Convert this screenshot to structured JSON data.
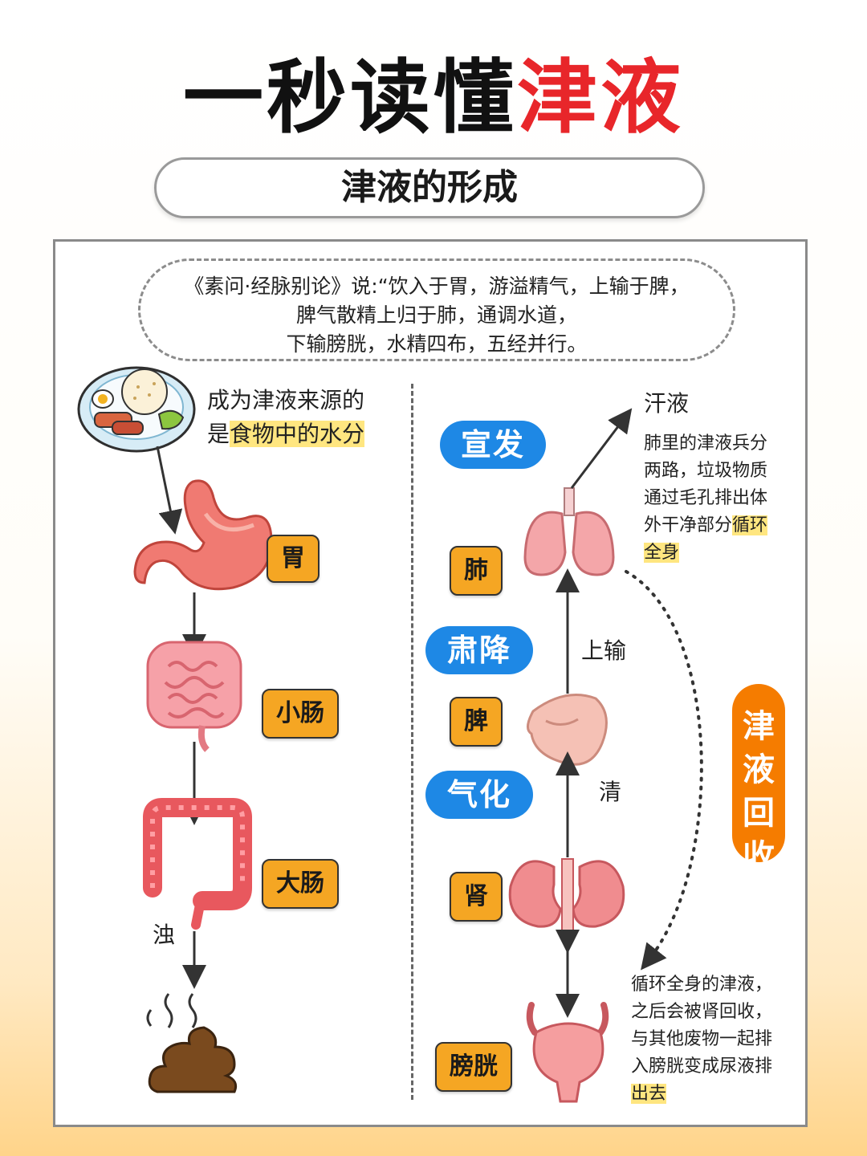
{
  "title": {
    "part1": "一秒读懂",
    "part2": "津液"
  },
  "section_title": "津液的形成",
  "quote": {
    "line1": "《素问·经脉别论》说:“饮入于胃，游溢精气，上输于脾，",
    "line2": "脾气散精上归于肺，通调水道，",
    "line3": "下输膀胱，水精四布，五经并行。"
  },
  "left": {
    "caption_line1": "成为津液来源的",
    "caption_line2_prefix": "是",
    "caption_line2_highlight": "食物中的水分",
    "labels": {
      "stomach": "胃",
      "small_intestine": "小肠",
      "large_intestine": "大肠"
    },
    "turbid": "浊"
  },
  "right": {
    "sweat_title": "汗液",
    "sweat_desc": [
      "肺里的津液兵分",
      "两路，垃圾物质",
      "通过毛孔排出体",
      "外干净部分"
    ],
    "sweat_highlight_a": "循环",
    "sweat_highlight_b": "全身",
    "actions": {
      "disperse": "宣发",
      "descend": "肃降",
      "qi": "气化"
    },
    "organs": {
      "lung": "肺",
      "spleen": "脾",
      "kidney": "肾",
      "bladder": "膀胱"
    },
    "up_transport": "上输",
    "clear": "清",
    "recycle": [
      "津",
      "液",
      "回",
      "收"
    ],
    "recycle_desc": [
      "循环全身的津液，",
      "之后会被肾回收，",
      "与其他废物一起排",
      "入膀胱变成尿液排"
    ],
    "recycle_highlight": "出去"
  },
  "colors": {
    "title_red": "#e8262a",
    "label_orange": "#f5a623",
    "action_blue": "#1e88e5",
    "recycle_orange": "#f57c00",
    "highlight_yellow": "#ffe680"
  },
  "icons": [
    "food-plate-icon",
    "stomach-icon",
    "small-intestine-icon",
    "large-intestine-icon",
    "stool-icon",
    "lung-icon",
    "spleen-icon",
    "kidney-icon",
    "bladder-icon"
  ]
}
